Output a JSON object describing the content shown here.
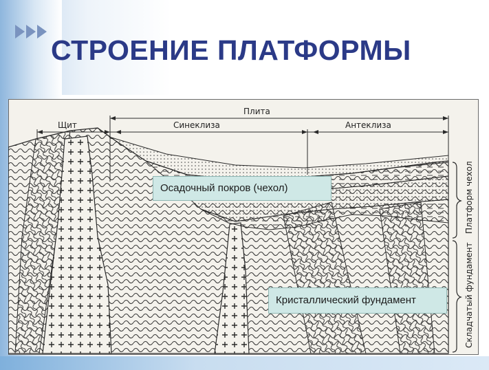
{
  "slide": {
    "title": "СТРОЕНИЕ ПЛАТФОРМЫ"
  },
  "diagram": {
    "top_labels": {
      "plate": "Плита",
      "shield": "Щит",
      "syneclise": "Синеклиза",
      "anteclise": "Антеклиза"
    },
    "side_labels": {
      "cover": "Платформ чехол",
      "folded_basement": "Складчатый фундамент"
    },
    "callouts": {
      "sedimentary_cover": "Осадочный покров (чехол)",
      "crystalline_basement": "Кристаллический фундамент"
    }
  },
  "colors": {
    "title": "#2b3a87",
    "callout_bg": "#cfe8e6",
    "diagram_bg": "#f4f2ec",
    "ink": "#2a2a2a"
  },
  "icons": [
    "triple-arrow-icon"
  ]
}
